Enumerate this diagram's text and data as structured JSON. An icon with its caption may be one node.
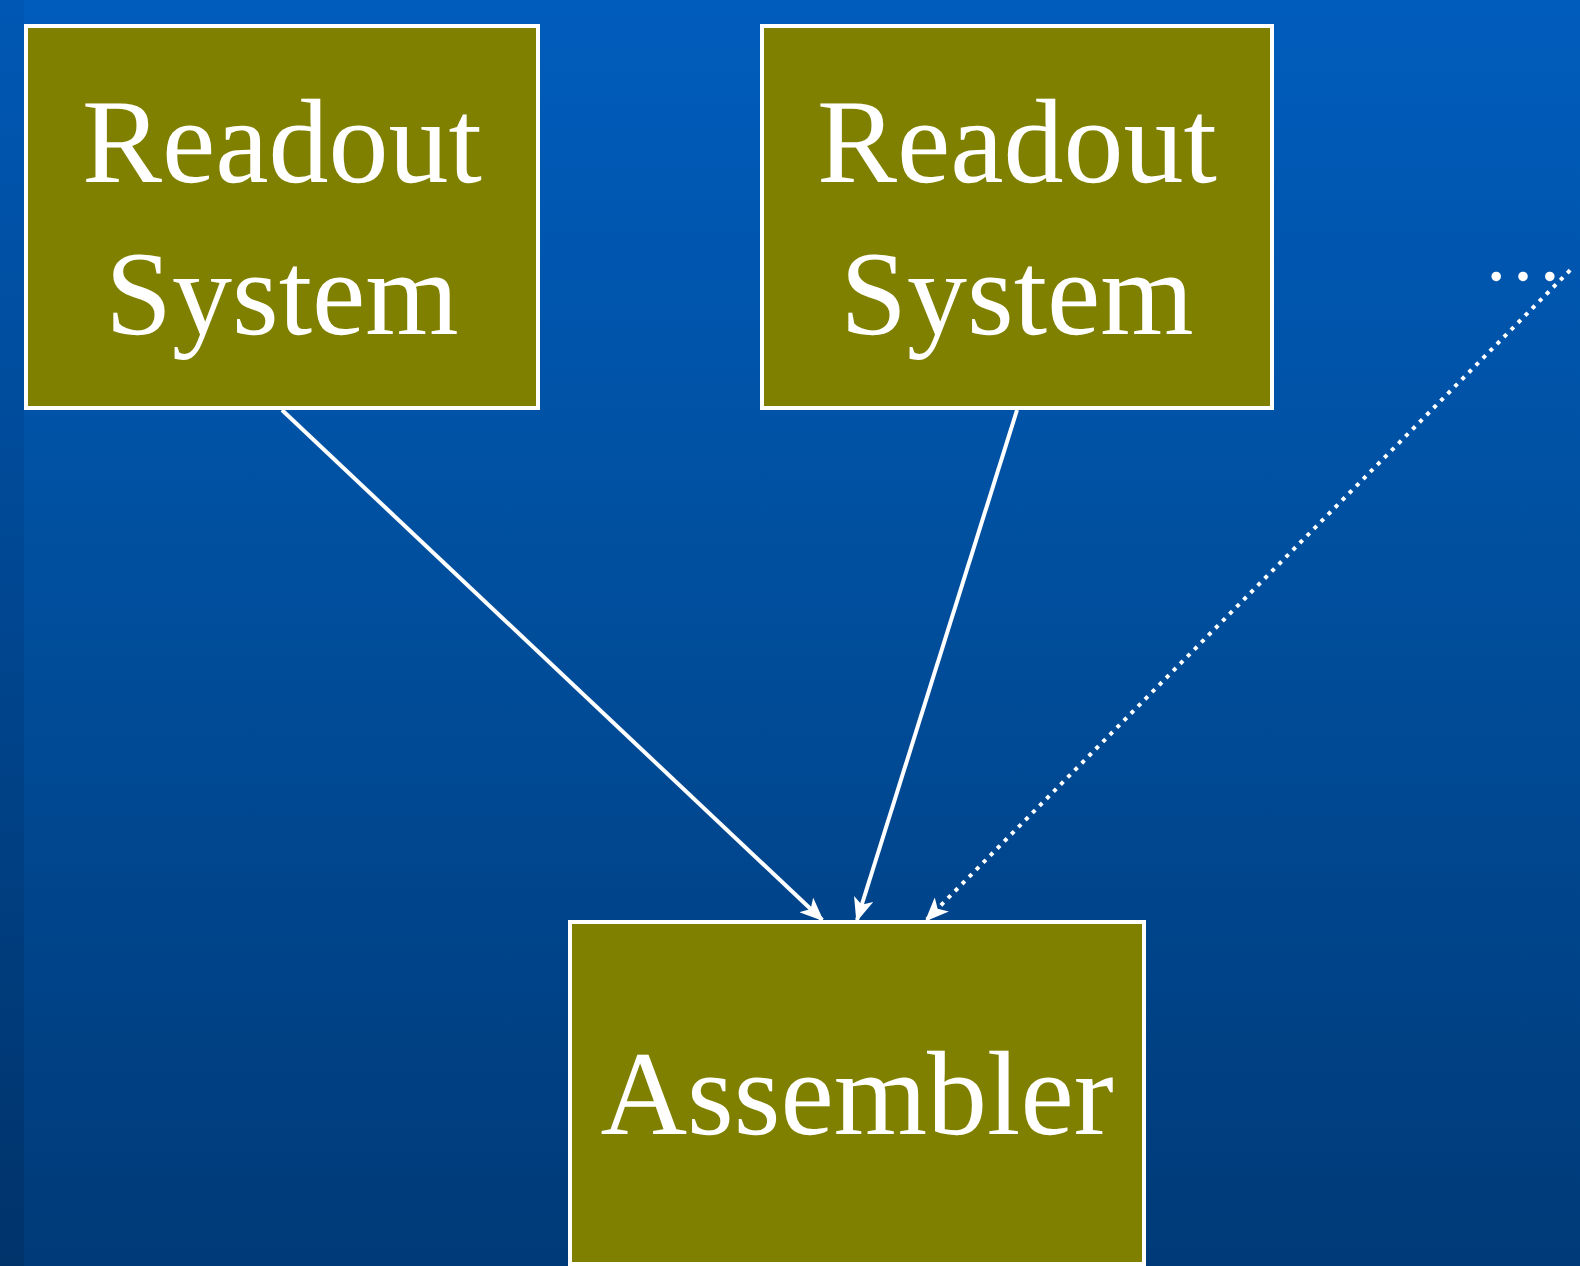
{
  "diagram": {
    "nodes": [
      {
        "text": [
          "Readout System"
        ]
      },
      {
        "text": [
          "Readout System"
        ]
      },
      {
        "text": [
          "…"
        ]
      },
      {
        "text": [
          "Assembler"
        ]
      }
    ],
    "edges": [
      {
        "from": 0,
        "to": 3,
        "arrow": "to"
      },
      {
        "from": 1,
        "to": 3,
        "arrow": "to"
      },
      {
        "from": 2,
        "to": 3,
        "arrow": "to",
        "style": "dashed"
      }
    ]
  }
}
